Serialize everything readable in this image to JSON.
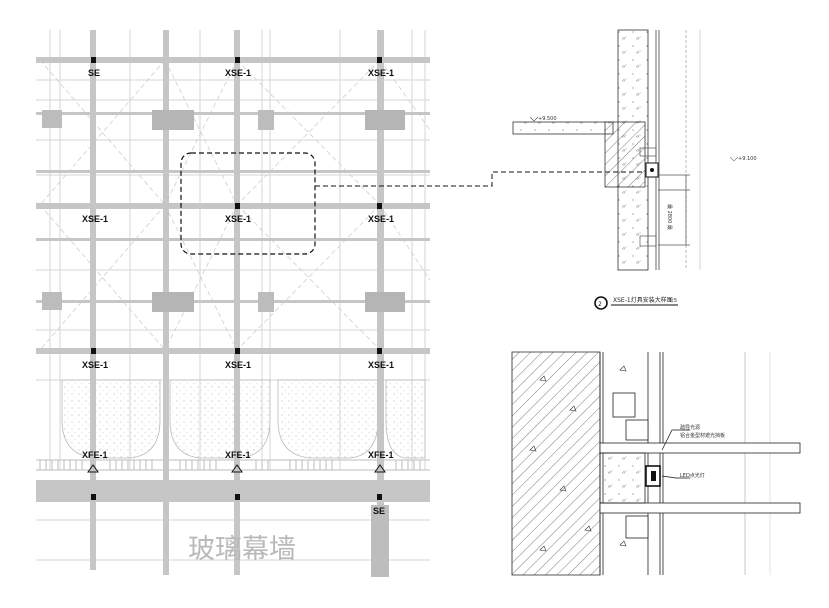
{
  "elevation": {
    "fixture_labels": [
      {
        "id": "r1-left",
        "text": "SE"
      },
      {
        "id": "r1-mid",
        "text": "XSE-1"
      },
      {
        "id": "r1-right",
        "text": "XSE-1"
      },
      {
        "id": "r2-left",
        "text": "XSE-1"
      },
      {
        "id": "r2-mid",
        "text": "XSE-1"
      },
      {
        "id": "r2-right",
        "text": "XSE-1"
      },
      {
        "id": "r3-left",
        "text": "XSE-1"
      },
      {
        "id": "r3-mid",
        "text": "XSE-1"
      },
      {
        "id": "r3-right",
        "text": "XSE-1"
      },
      {
        "id": "r4-left",
        "text": "XFE-1"
      },
      {
        "id": "r4-mid",
        "text": "XFE-1"
      },
      {
        "id": "r4-right",
        "text": "XFE-1"
      },
      {
        "id": "bottom-right",
        "text": "SE"
      }
    ],
    "curtain_wall_label": "玻璃幕墙"
  },
  "section_detail": {
    "level_left": "+9.500",
    "level_right": "+9.100",
    "dim_text": "最 2800 最",
    "caption_number": "2",
    "caption_text": "XSE-1灯具安装大样图",
    "caption_scale": "1:5"
  },
  "plan_detail": {
    "note_line1": "疏导光源",
    "note_line2": "铝合金型材遮光挡板",
    "led_label": "LED点光灯"
  },
  "colors": {
    "frame_grey": "#c8c8c8",
    "dark_grey": "#9a9a9a",
    "line": "#222222",
    "label_watermark": "#b9b9b9"
  }
}
